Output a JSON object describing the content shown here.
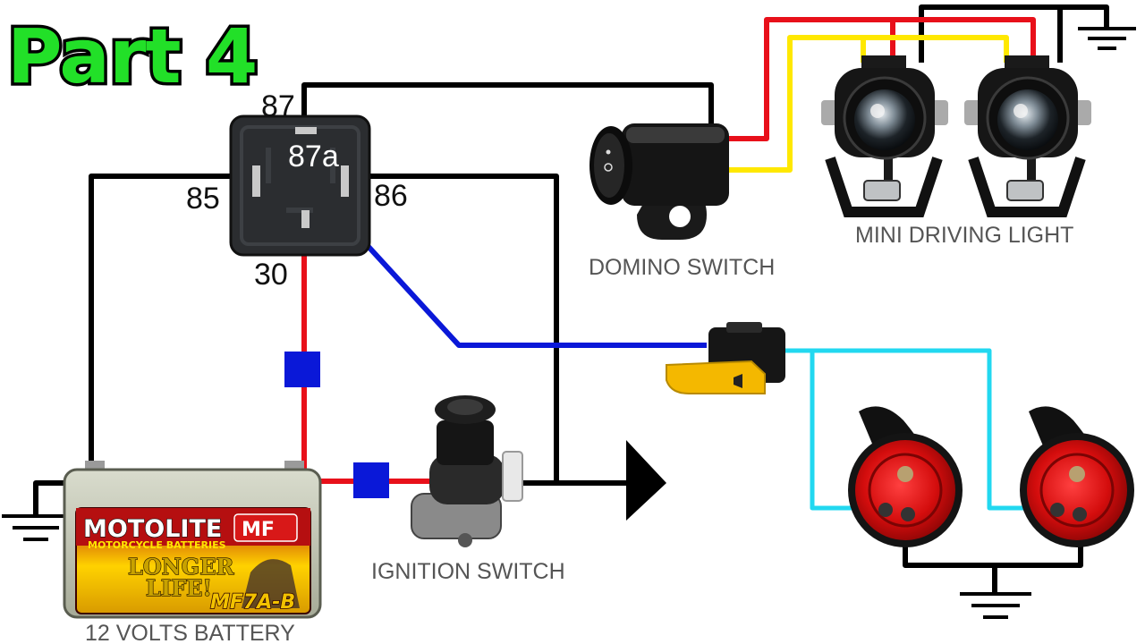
{
  "title": "Part 4",
  "relay": {
    "pins": {
      "p87": "87",
      "p87a": "87a",
      "p85": "85",
      "p86": "86",
      "p30": "30"
    }
  },
  "labels": {
    "domino_switch": "DOMINO SWITCH",
    "mini_driving_light": "MINI DRIVING LIGHT",
    "ignition_switch": "IGNITION SWITCH",
    "battery": "12 VOLTS BATTERY"
  },
  "battery": {
    "brand": "MOTOLITE",
    "sub": "MOTORCYCLE BATTERIES",
    "mf": "MF",
    "slogan_1": "LONGER",
    "slogan_2": "LIFE!",
    "model": "MF7A-B"
  },
  "wire_colors": {
    "black": "#000000",
    "red": "#e8101a",
    "blue": "#0a18d8",
    "cyan": "#22d8f0",
    "yellow": "#ffe800"
  },
  "icons": [
    "relay-icon",
    "battery-icon",
    "domino-switch-icon",
    "driving-light-icon",
    "ignition-switch-icon",
    "horn-switch-icon",
    "horn-icon",
    "ground-icon",
    "fuse-icon",
    "arrow-right-icon"
  ]
}
